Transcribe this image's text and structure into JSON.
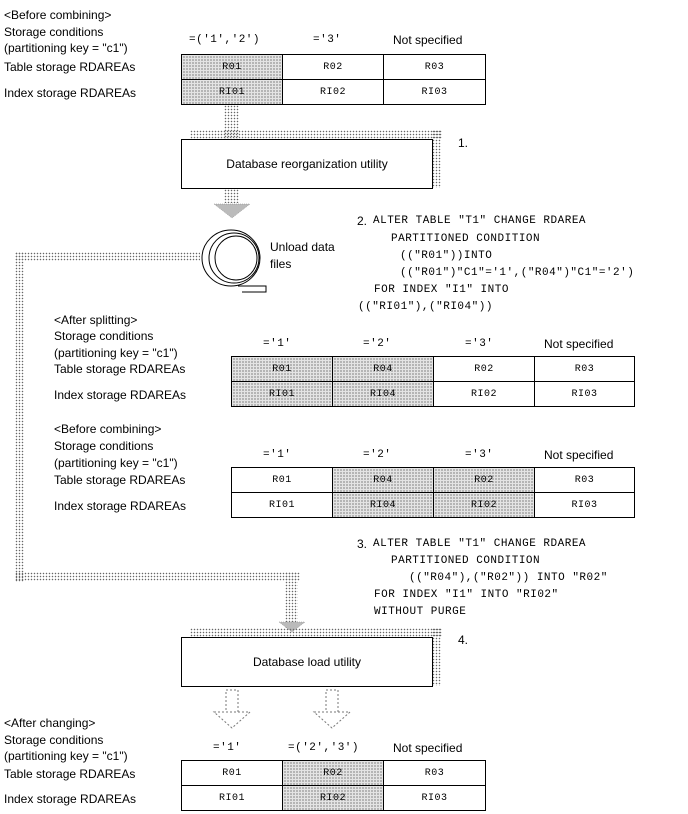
{
  "section1": {
    "title": "<Before combining>",
    "storage_conditions": "Storage conditions",
    "partition_key": "(partitioning key = \"c1\")",
    "table_label": "Table storage RDAREAs",
    "index_label": "Index storage RDAREAs",
    "conds": [
      "=('1','2')",
      "='3'",
      "Not specified"
    ],
    "table_row": [
      "R01",
      "R02",
      "R03"
    ],
    "index_row": [
      "RI01",
      "RI02",
      "RI03"
    ]
  },
  "step1": {
    "number": "1.",
    "utility": "Database reorganization utility"
  },
  "unload_label_1": "Unload data",
  "unload_label_2": "files",
  "step2": {
    "number": "2.",
    "lines": [
      "ALTER TABLE \"T1\" CHANGE RDAREA",
      "PARTITIONED CONDITION",
      "((\"R01\"))INTO",
      "((\"R01\")\"C1\"='1',(\"R04\")\"C1\"='2')",
      "FOR INDEX \"I1\" INTO",
      "((\"RI01\"),(\"RI04\"))"
    ]
  },
  "section2": {
    "title": "<After splitting>",
    "storage_conditions": "Storage conditions",
    "partition_key": "(partitioning key = \"c1\")",
    "table_label": "Table storage RDAREAs",
    "index_label": "Index storage RDAREAs",
    "conds": [
      "='1'",
      "='2'",
      "='3'",
      "Not specified"
    ],
    "table_row": [
      "R01",
      "R04",
      "R02",
      "R03"
    ],
    "index_row": [
      "RI01",
      "RI04",
      "RI02",
      "RI03"
    ]
  },
  "section3": {
    "title": "<Before combining>",
    "storage_conditions": "Storage conditions",
    "partition_key": "(partitioning key = \"c1\")",
    "table_label": "Table storage RDAREAs",
    "index_label": "Index storage RDAREAs",
    "conds": [
      "='1'",
      "='2'",
      "='3'",
      "Not specified"
    ],
    "table_row": [
      "R01",
      "R04",
      "R02",
      "R03"
    ],
    "index_row": [
      "RI01",
      "RI04",
      "RI02",
      "RI03"
    ]
  },
  "step3": {
    "number": "3.",
    "lines": [
      "ALTER TABLE \"T1\" CHANGE RDAREA",
      "PARTITIONED CONDITION",
      "((\"R04\"),(\"R02\")) INTO \"R02\"",
      "FOR INDEX \"I1\" INTO \"RI02\"",
      "WITHOUT PURGE"
    ]
  },
  "step4": {
    "number": "4.",
    "utility": "Database load utility"
  },
  "section4": {
    "title": "<After changing>",
    "storage_conditions": "Storage conditions",
    "partition_key": "(partitioning key = \"c1\")",
    "table_label": "Table storage RDAREAs",
    "index_label": "Index storage RDAREAs",
    "conds": [
      "='1'",
      "=('2','3')",
      "Not specified"
    ],
    "table_row": [
      "R01",
      "R02",
      "R03"
    ],
    "index_row": [
      "RI01",
      "RI02",
      "RI03"
    ]
  }
}
